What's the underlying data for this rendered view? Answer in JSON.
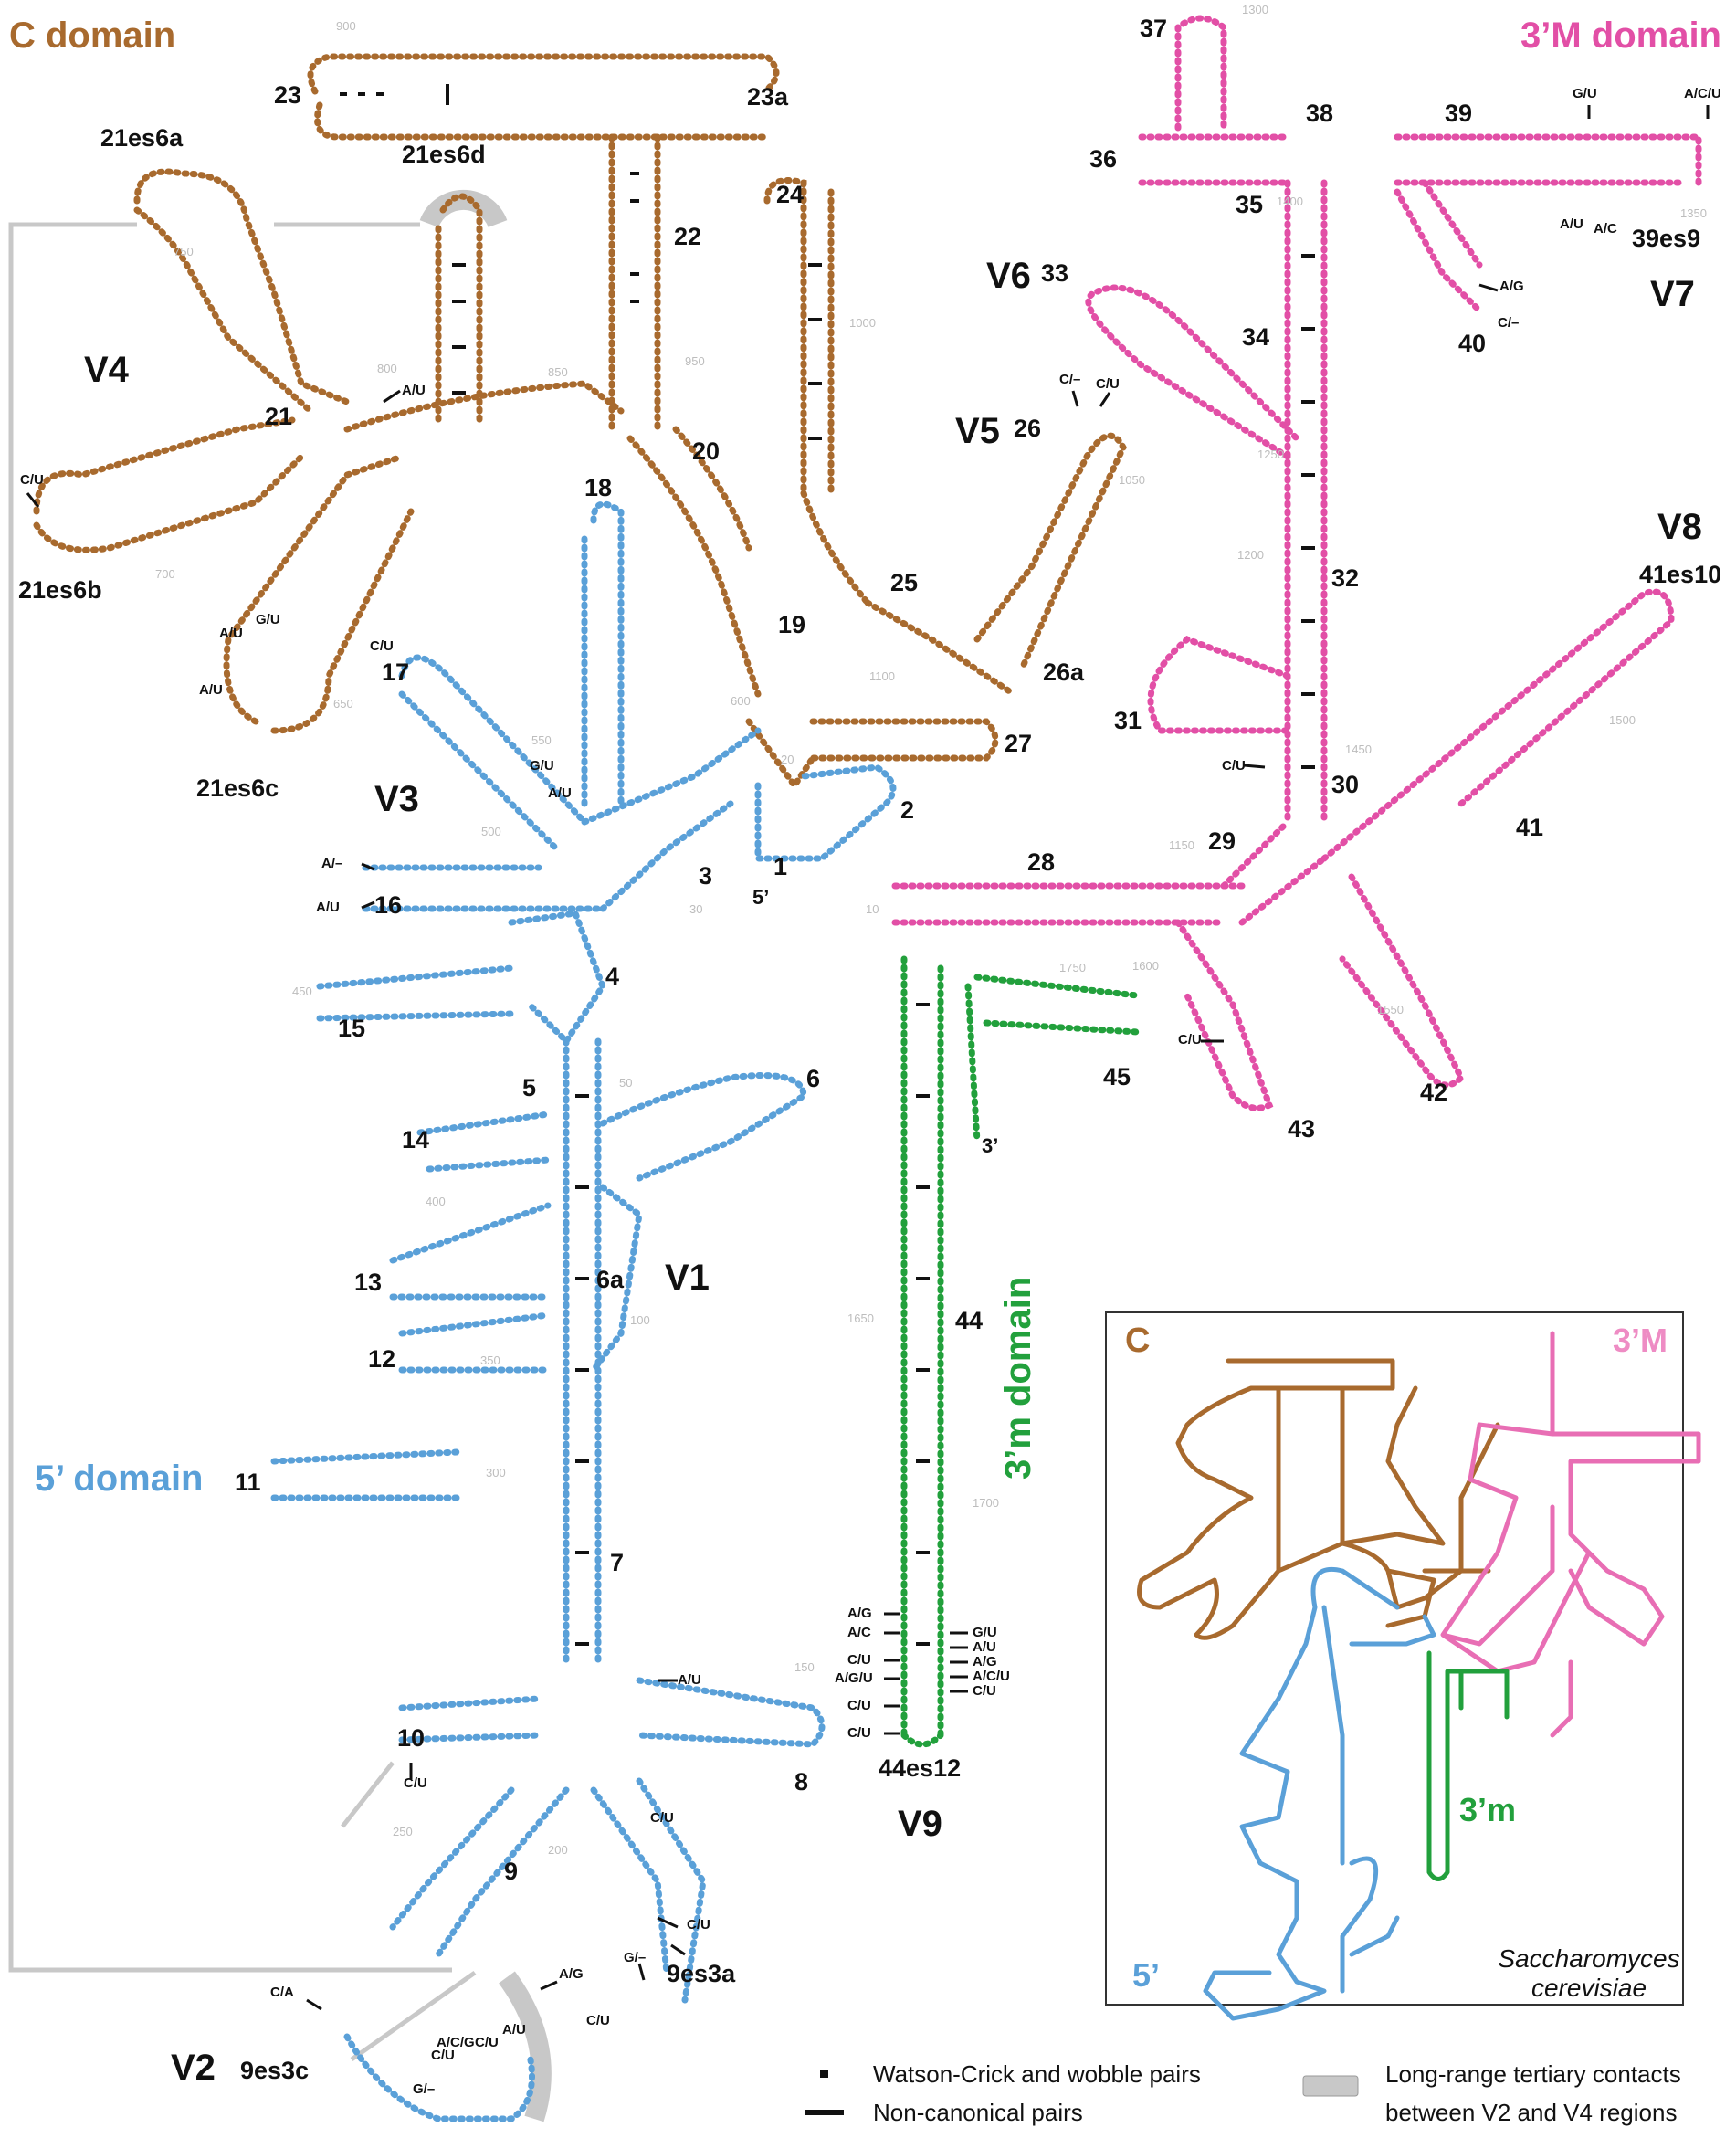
{
  "colors": {
    "c_domain": "#a86a2e",
    "five_domain": "#5aa0d8",
    "three_M_domain": "#e24fa6",
    "three_m_domain": "#22a03c",
    "bracket": "#c8c8c8",
    "tick": "#bdbdbd",
    "text": "#111111"
  },
  "domains": {
    "c": "C domain",
    "three_M": "3’M domain",
    "five": "5’ domain",
    "three_m": "3’m domain"
  },
  "variable_regions": [
    "V1",
    "V2",
    "V3",
    "V4",
    "V5",
    "V6",
    "V7",
    "V8",
    "V9"
  ],
  "helices": {
    "c": [
      "18",
      "19",
      "20",
      "21",
      "21es6a",
      "21es6b",
      "21es6c",
      "21es6d",
      "22",
      "23",
      "23a",
      "24",
      "25",
      "26",
      "26a",
      "27"
    ],
    "five": [
      "1",
      "2",
      "3",
      "4",
      "5",
      "6",
      "6a",
      "7",
      "8",
      "9",
      "9es3a",
      "9es3c",
      "10",
      "11",
      "12",
      "13",
      "14",
      "15",
      "16",
      "17"
    ],
    "three_M": [
      "28",
      "29",
      "30",
      "31",
      "32",
      "33",
      "34",
      "35",
      "36",
      "37",
      "38",
      "39",
      "39es9",
      "40",
      "41",
      "41es10",
      "42",
      "43"
    ],
    "three_m": [
      "44",
      "44es12",
      "45"
    ]
  },
  "ends": {
    "five_prime": "5’",
    "three_prime": "3’"
  },
  "positions": [
    "10",
    "20",
    "30",
    "50",
    "100",
    "150",
    "200",
    "250",
    "300",
    "350",
    "400",
    "450",
    "500",
    "550",
    "600",
    "650",
    "700",
    "750",
    "800",
    "850",
    "900",
    "950",
    "1000",
    "1050",
    "1100",
    "1150",
    "1200",
    "1250",
    "1300",
    "1350",
    "1400",
    "1450",
    "1500",
    "1550",
    "1600",
    "1650",
    "1700",
    "1750"
  ],
  "variants": {
    "h21": [
      "A/U"
    ],
    "h21es6b": [
      "C/U"
    ],
    "h21es6c": [
      "G/U",
      "A/U",
      "A/U",
      "C/U"
    ],
    "h26": [
      "C/–",
      "C/U"
    ],
    "h39": [
      "G/U",
      "A/U",
      "A/C",
      "A/C/U"
    ],
    "h40": [
      "A/G",
      "C/–"
    ],
    "h31": [
      "C/U"
    ],
    "h43": [
      "C/U"
    ],
    "h16": [
      "A/–",
      "A/U"
    ],
    "h3": [
      "G/U",
      "A/U"
    ],
    "h9": [
      "A/U",
      "C/U",
      "C/U",
      "G/–"
    ],
    "h10": [
      "C/U"
    ],
    "h9es3c": [
      "C/A",
      "A/G",
      "C/U",
      "G/–",
      "C/U",
      "A/C/G",
      "C/U",
      "A/U"
    ],
    "h44_left": [
      "A/G",
      "A/C",
      "C/U",
      "A/G/U",
      "C/U",
      "C/U"
    ],
    "h44_right": [
      "G/U",
      "A/U",
      "A/G",
      "A/C/U",
      "C/U"
    ]
  },
  "inset": {
    "c": "C",
    "three_M": "3’M",
    "five": "5’",
    "three_m": "3’m",
    "species_line1": "Saccharomyces",
    "species_line2": "cerevisiae"
  },
  "legend": {
    "wc": "Watson-Crick and wobble pairs",
    "nc": "Non-canonical pairs",
    "lr_line1": "Long-range tertiary contacts",
    "lr_line2": "between V2 and V4 regions"
  }
}
